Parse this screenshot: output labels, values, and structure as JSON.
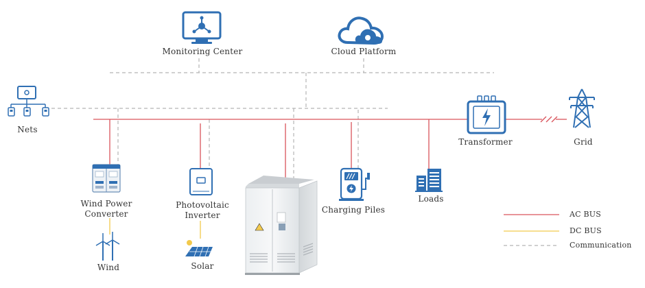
{
  "nodes": {
    "monitoring": {
      "label": "Monitoring Center",
      "icon": "monitor-network-icon"
    },
    "cloud": {
      "label": "Cloud Platform",
      "icon": "cloud-icon"
    },
    "nets": {
      "label": "Nets",
      "icon": "network-icon"
    },
    "transformer": {
      "label": "Transformer",
      "icon": "transformer-icon"
    },
    "grid": {
      "label": "Grid",
      "icon": "power-tower-icon"
    },
    "wind_converter": {
      "label_line1": "Wind Power",
      "label_line2": "Converter",
      "icon": "cabinet-icon"
    },
    "pv_inverter": {
      "label_line1": "Photovoltaic",
      "label_line2": "Inverter",
      "icon": "inverter-icon"
    },
    "charging": {
      "label": "Charging Piles",
      "icon": "charging-pile-icon"
    },
    "loads": {
      "label": "Loads",
      "icon": "building-icon"
    },
    "wind": {
      "label": "Wind",
      "icon": "wind-turbine-icon"
    },
    "solar": {
      "label": "Solar",
      "icon": "solar-panel-icon"
    },
    "storage": {
      "icon": "energy-storage-cabinet-icon"
    }
  },
  "legend": [
    {
      "label": "AC BUS",
      "color": "#d9535b",
      "style": "solid"
    },
    {
      "label": "DC BUS",
      "color": "#f2c94c",
      "style": "solid"
    },
    {
      "label": "Communication",
      "color": "#b5b5b5",
      "style": "dashed"
    }
  ],
  "colors": {
    "ac": "#d9535b",
    "dc": "#f2c94c",
    "comm": "#b5b5b5",
    "icon": "#2f6fb3"
  }
}
